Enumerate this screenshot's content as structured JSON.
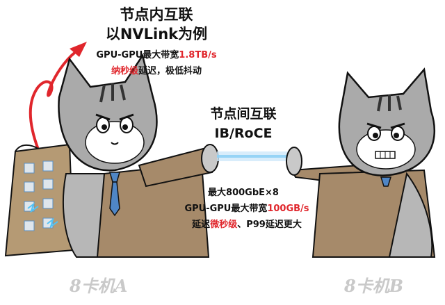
{
  "intra_node": {
    "title_line1": "节点内互联",
    "title_line2": "以NVLink为例",
    "bw_prefix": "GPU-GPU最大带宽",
    "bw_value": "1.8TB/s",
    "latency_value": "纳秒级",
    "latency_suffix": "延迟，极低抖动"
  },
  "inter_node": {
    "title_line1": "节点间互联",
    "title_line2": "IB/RoCE",
    "spec_line": "最大800GbE×8",
    "bw_prefix": "GPU-GPU最大带宽",
    "bw_value": "100GB/s",
    "latency_prefix": "延迟",
    "latency_value": "微秒级",
    "latency_suffix": "、P99延迟更大"
  },
  "machines": {
    "a_label": "8卡机A",
    "b_label": "8卡机B"
  },
  "colors": {
    "accent_red": "#e0262c",
    "cat_gray": "#a9a9a9",
    "coat_brown": "#a68a6a",
    "watermark": "#c9c9c9"
  }
}
